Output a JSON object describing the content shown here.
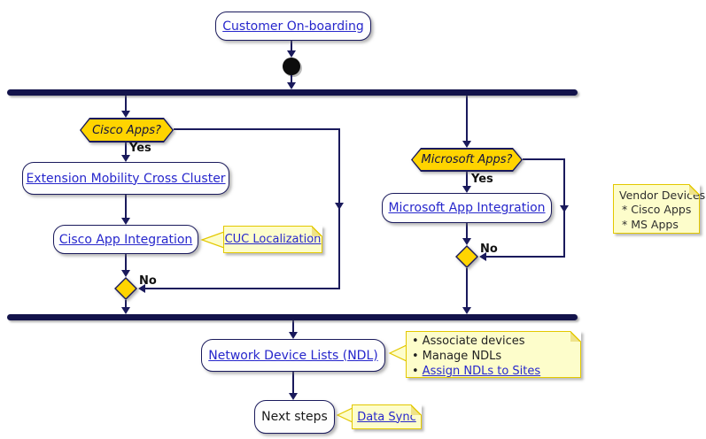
{
  "colors": {
    "line": "#1A1A5C",
    "bar": "#13134B",
    "decision_fill": "#FFD400",
    "activity_fill": "#FEFEFE",
    "note_fill": "#FDFDCB",
    "note_border": "#E3C800",
    "link": "#2727CC"
  },
  "flow": {
    "entry": {
      "label": "Customer On-boarding"
    },
    "cisco_branch": {
      "condition": "Cisco Apps?",
      "yes_label": "Yes",
      "no_label": "No",
      "step1": "Extension Mobility Cross Cluster",
      "step2": "Cisco App Integration",
      "step2_note": "CUC Localization"
    },
    "microsoft_branch": {
      "condition": "Microsoft Apps?",
      "yes_label": "Yes",
      "no_label": "No",
      "step1": "Microsoft App Integration"
    },
    "vendor_note": {
      "line1": "Vendor Devices:",
      "line2": "* Cisco Apps",
      "line3": "* MS Apps"
    },
    "ndl": {
      "label": "Network Device Lists (NDL)",
      "note_bullet1": "Associate devices",
      "note_bullet2": "Manage NDLs",
      "note_bullet3": "Assign NDLs to Sites"
    },
    "next_steps": {
      "label": "Next steps",
      "note": "Data Sync"
    }
  }
}
